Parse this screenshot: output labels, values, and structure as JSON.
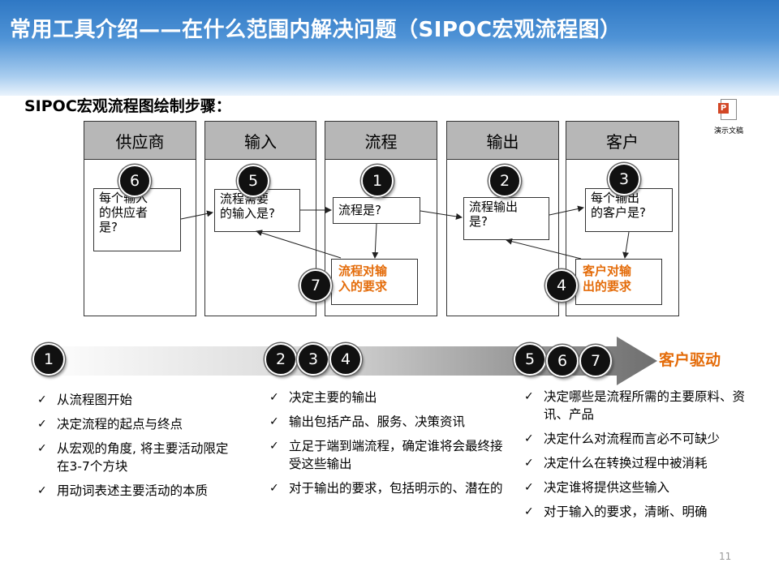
{
  "title": "常用工具介绍——在什么范围内解决问题（SIPOC宏观流程图）",
  "subtitle": "SIPOC宏观流程图绘制步骤：",
  "doc_icon": {
    "name": "powerpoint-doc-icon",
    "label": "演示文稿",
    "glyph": "P"
  },
  "columns": [
    {
      "header": "供应商",
      "step": "6",
      "question_lines": [
        "每个输入",
        "的供应者",
        "是?"
      ]
    },
    {
      "header": "输入",
      "step": "5",
      "question_lines": [
        "流程需要",
        "的输入是?"
      ]
    },
    {
      "header": "流程",
      "step": "1",
      "question_lines": [
        "流程是?"
      ],
      "requirement_lines": [
        "流程对输",
        "入的要求"
      ],
      "requirement_step": "7"
    },
    {
      "header": "输出",
      "step": "2",
      "question_lines": [
        "流程输出",
        "是?"
      ]
    },
    {
      "header": "客户",
      "step": "3",
      "question_lines": [
        "每个输出",
        "的客户是?"
      ],
      "requirement_lines": [
        "客户对输",
        "出的要求"
      ],
      "requirement_step": "4"
    }
  ],
  "timeline": {
    "badges": [
      "1",
      "2",
      "3",
      "4",
      "5",
      "6",
      "7"
    ],
    "end_label": "客户驱动",
    "accent_color": "#e46c0a"
  },
  "lists": [
    [
      "从流程图开始",
      "决定流程的起点与终点",
      "从宏观的角度, 将主要活动限定在3-7个方块",
      "用动词表述主要活动的本质"
    ],
    [
      "决定主要的输出",
      "输出包括产品、服务、决策资讯",
      "立足于端到端流程，确定谁将会最终接受这些输出",
      "对于输出的要求，包括明示的、潜在的"
    ],
    [
      "决定哪些是流程所需的主要原料、资讯、产品",
      "决定什么对流程而言必不可缺少",
      "决定什么在转换过程中被消耗",
      "决定谁将提供这些输入",
      "对于输入的要求，清晰、明确"
    ]
  ],
  "page_number": "11"
}
